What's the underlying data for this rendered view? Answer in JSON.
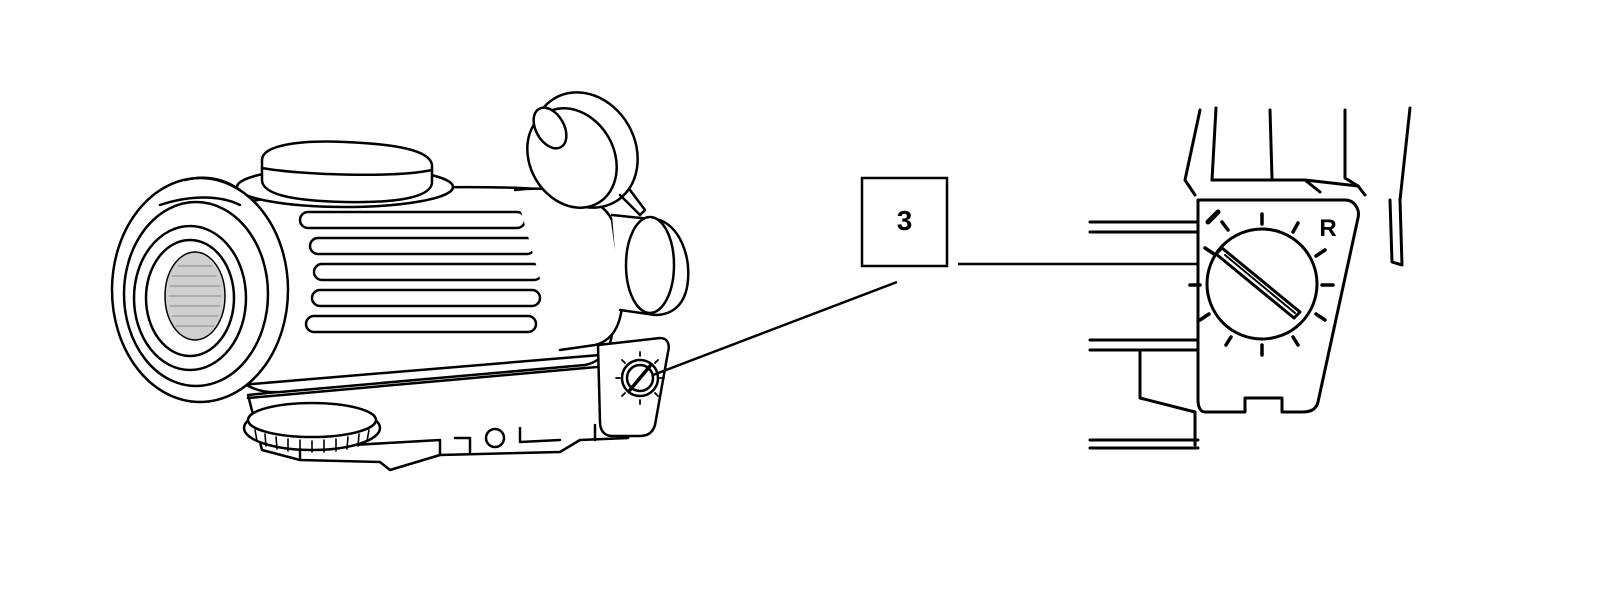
{
  "callout": {
    "label": "3"
  },
  "detail": {
    "dial_marking": "R"
  },
  "colors": {
    "ink": "#000000",
    "paper": "#ffffff"
  },
  "icons": {
    "sight": "weapon-sight-illustration",
    "dial": "adjustment-dial-detail"
  }
}
